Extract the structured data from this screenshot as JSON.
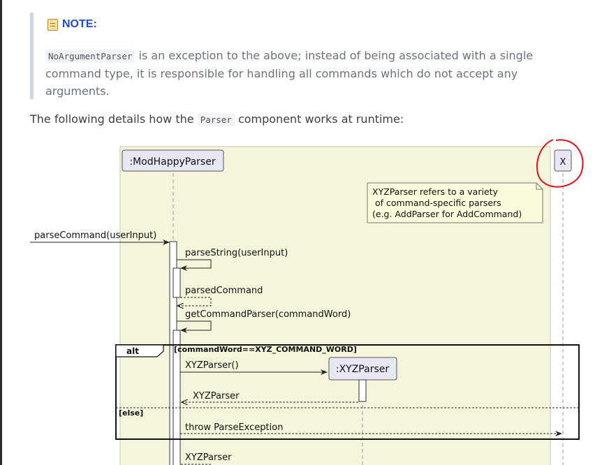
{
  "note": {
    "title": "NOTE:",
    "code": "NoArgumentParser",
    "text": " is an exception to the above; instead of being associated with a single command type, it is responsible for handling all commands which do not accept any arguments."
  },
  "runtime": {
    "before": "The following details how the ",
    "code": "Parser",
    "after": " component works at runtime:"
  },
  "diagram": {
    "participant_main": ":ModHappyParser",
    "participant_x": "X",
    "participant_xyz": ":XYZParser",
    "note_lines": [
      "XYZParser refers to a variety",
      " of command-specific parsers",
      "(e.g. AddParser for AddCommand)"
    ],
    "msg_parse_command": "parseCommand(userInput)",
    "msg_parse_string": "parseString(userInput)",
    "msg_parsed_command": "parsedCommand",
    "msg_get_command_parser": "getCommandParser(commandWord)",
    "alt_label": "alt",
    "alt_condition": "[commandWord==XYZ_COMMAND_WORD]",
    "msg_xyz_parser_call": "XYZParser()",
    "msg_xyz_parser_return": "XYZParser",
    "else_label": "[else]",
    "msg_throw": "throw ParseException",
    "msg_xyz_parser_bottom": "XYZParser",
    "colors": {
      "background": "#f5f5dc",
      "participant_fill": "#e8e8f4",
      "note_fill": "#fbfbdc",
      "annotation": "#e0121b",
      "note_title": "#1f49d6"
    }
  }
}
